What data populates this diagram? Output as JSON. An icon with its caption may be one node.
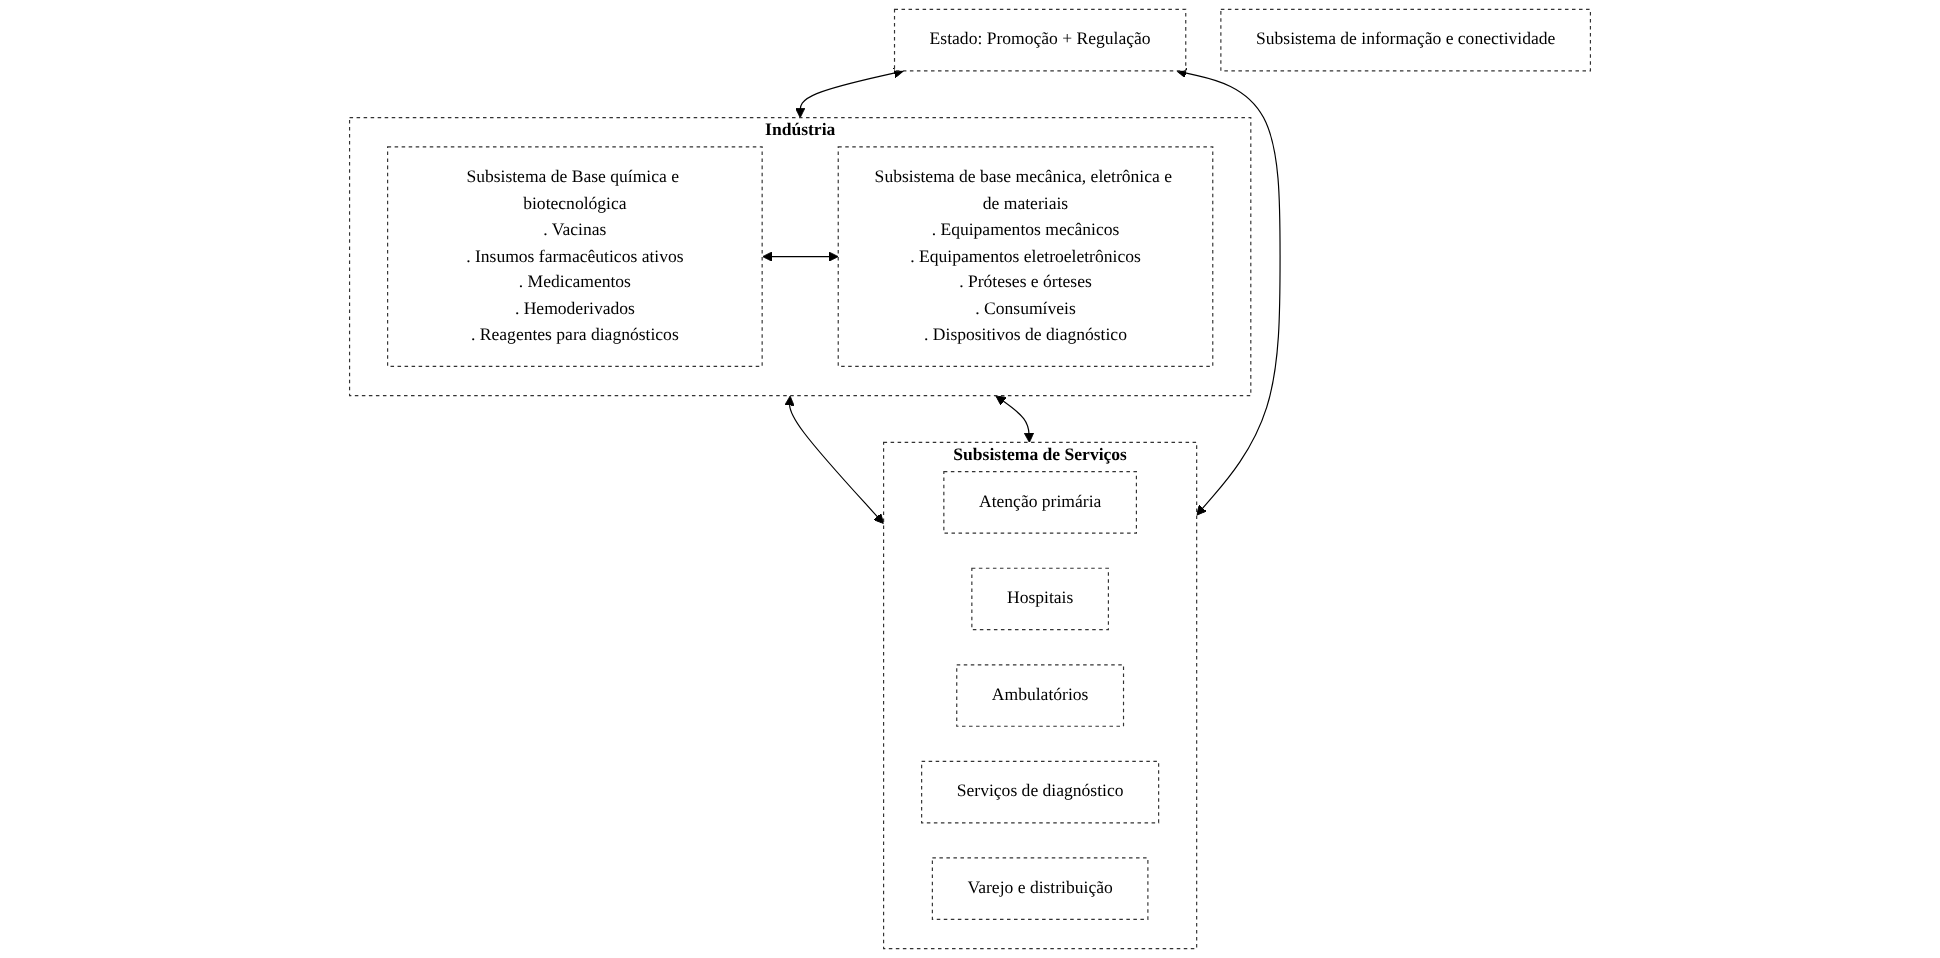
{
  "diagram": {
    "nodes": [
      {
        "text": [
          "Estado: Promoção + Regulação"
        ]
      },
      {
        "text": [
          "Indústria"
        ]
      },
      {
        "text": [
          "Subsistema de Base química e biotecnológica",
          ". Vacinas",
          ". Insumos farmacêuticos ativos",
          ". Medicamentos",
          ". Hemoderivados",
          ". Reagentes para diagnósticos"
        ],
        "in": 1
      },
      {
        "text": [
          "Subsistema de base mecânica, eletrônica e de materiais",
          ". Equipamentos mecânicos",
          ". Equipamentos eletroeletrônicos",
          ". Próteses e órteses",
          ". Consumíveis",
          ". Dispositivos de diagnóstico"
        ],
        "in": 1
      },
      {
        "text": [
          "Subsistema de informação e conectividade"
        ]
      },
      {
        "text": [
          "Subsistema de Serviços"
        ]
      },
      {
        "text": [
          "Atenção primária"
        ],
        "in": 5
      },
      {
        "text": [
          "Hospitais"
        ],
        "in": 5
      },
      {
        "text": [
          "Ambulatórios"
        ],
        "in": 5
      },
      {
        "text": [
          "Serviços de diagnóstico"
        ],
        "in": 5
      },
      {
        "text": [
          "Varejo e distribuição"
        ],
        "in": 5
      }
    ],
    "edges": [
      {
        "from": 0,
        "to": 1,
        "arrow": "both"
      },
      {
        "from": 2,
        "to": 3,
        "arrow": "both"
      },
      {
        "from": 1,
        "to": 5,
        "arrow": "both"
      },
      {
        "from": 1,
        "to": 5,
        "arrow": "both"
      },
      {
        "from": 0,
        "to": 5,
        "arrow": "both"
      }
    ]
  }
}
